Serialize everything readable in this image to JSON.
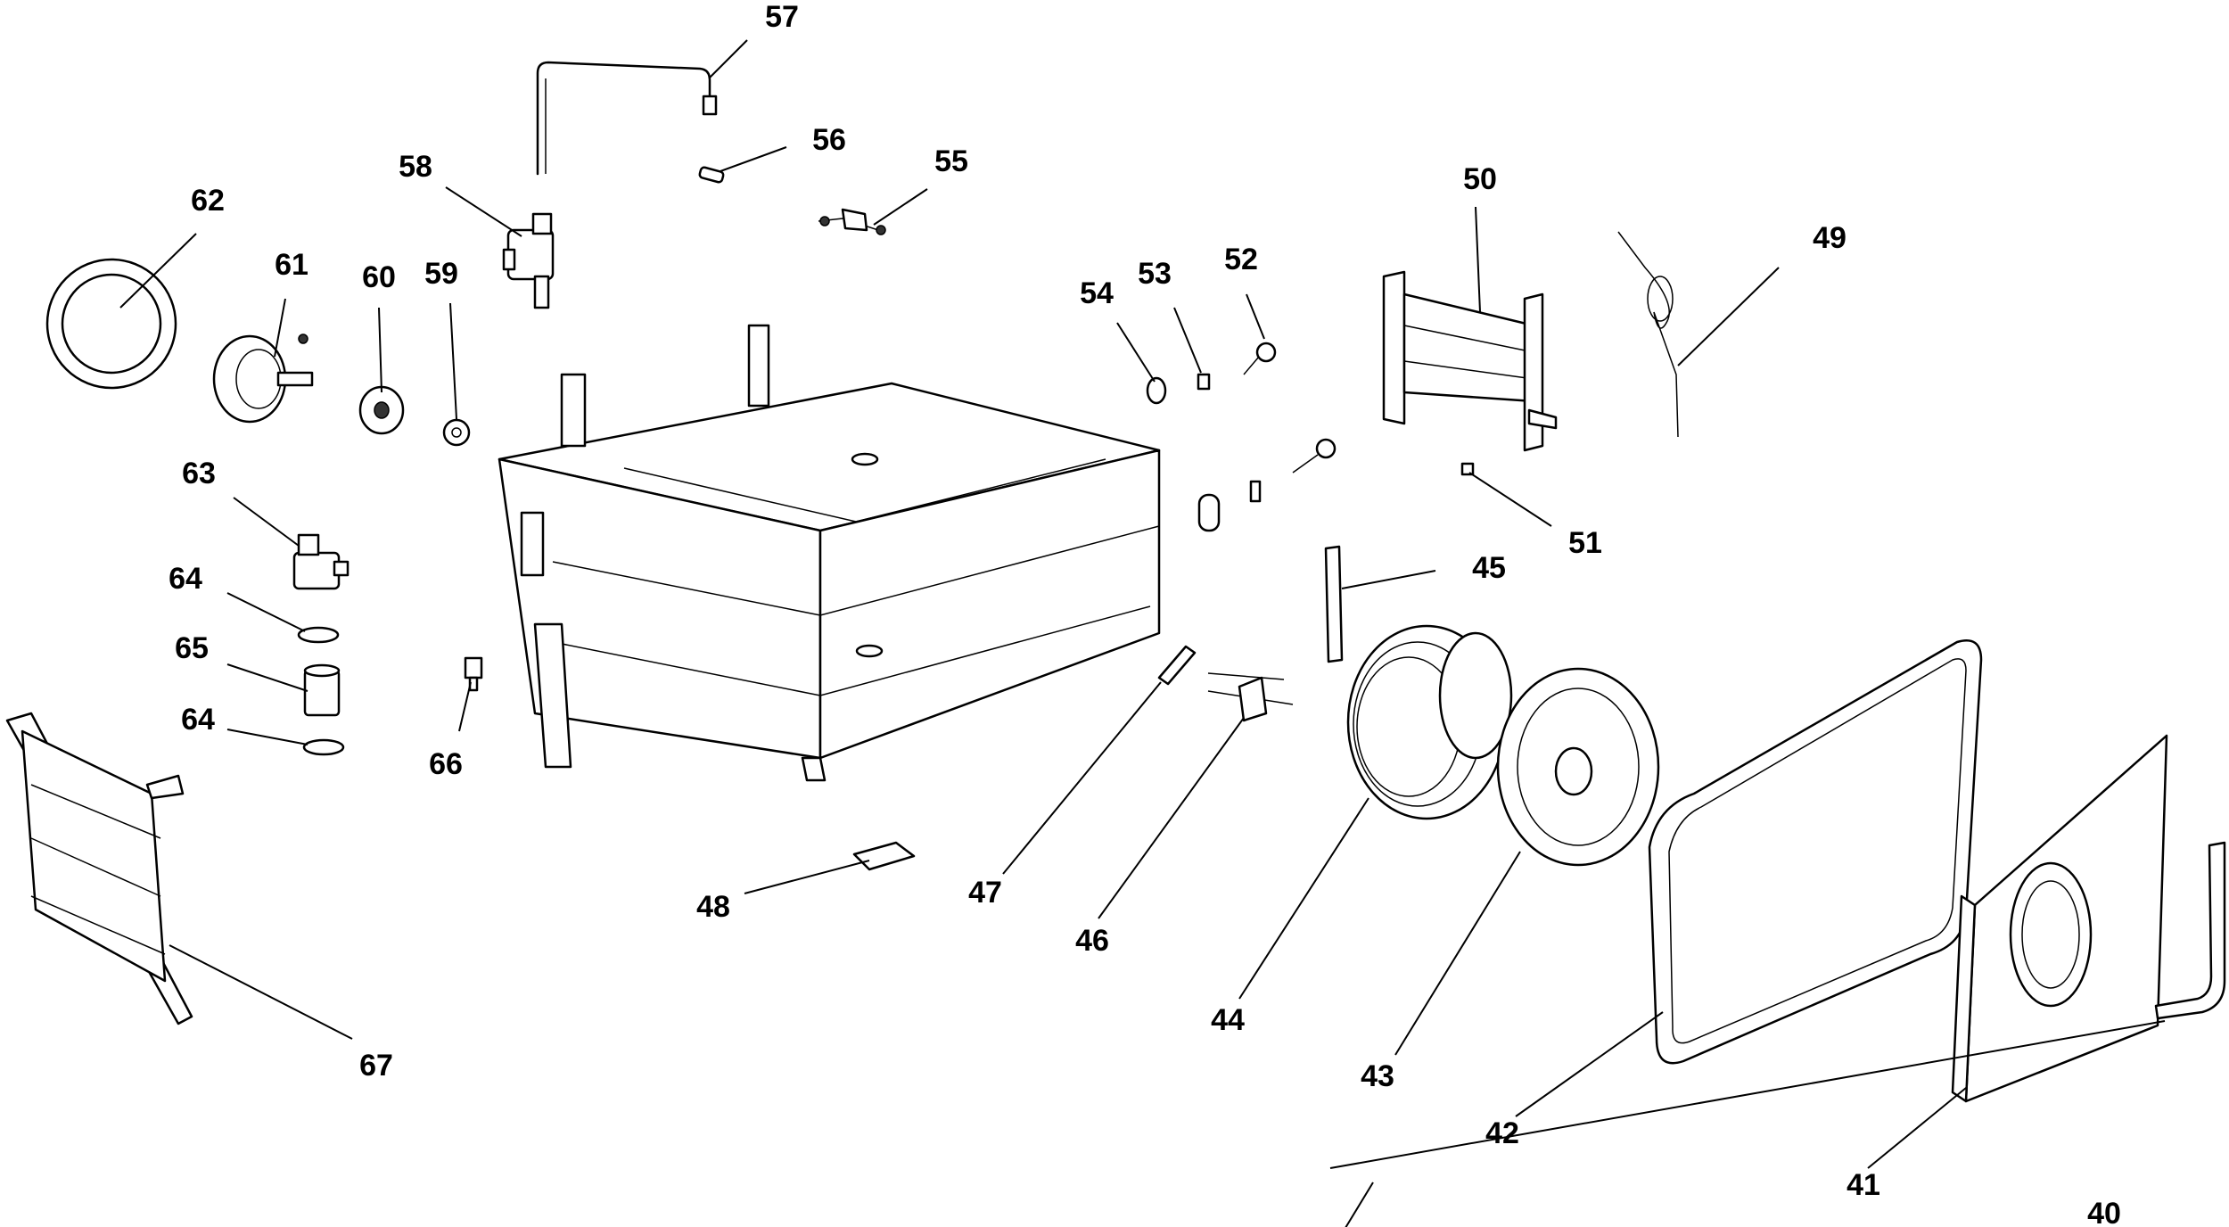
{
  "parts": [
    {
      "id": "p40",
      "label": "40"
    },
    {
      "id": "p41",
      "label": "41"
    },
    {
      "id": "p42",
      "label": "42"
    },
    {
      "id": "p43",
      "label": "43"
    },
    {
      "id": "p44",
      "label": "44"
    },
    {
      "id": "p45",
      "label": "45"
    },
    {
      "id": "p46",
      "label": "46"
    },
    {
      "id": "p47",
      "label": "47"
    },
    {
      "id": "p48",
      "label": "48"
    },
    {
      "id": "p49",
      "label": "49"
    },
    {
      "id": "p50",
      "label": "50"
    },
    {
      "id": "p51",
      "label": "51"
    },
    {
      "id": "p52",
      "label": "52"
    },
    {
      "id": "p53",
      "label": "53"
    },
    {
      "id": "p54",
      "label": "54"
    },
    {
      "id": "p55",
      "label": "55"
    },
    {
      "id": "p56",
      "label": "56"
    },
    {
      "id": "p57",
      "label": "57"
    },
    {
      "id": "p58",
      "label": "58"
    },
    {
      "id": "p59",
      "label": "59"
    },
    {
      "id": "p60",
      "label": "60"
    },
    {
      "id": "p61",
      "label": "61"
    },
    {
      "id": "p62",
      "label": "62"
    },
    {
      "id": "p63",
      "label": "63"
    },
    {
      "id": "p64a",
      "label": "64"
    },
    {
      "id": "p65",
      "label": "65"
    },
    {
      "id": "p64b",
      "label": "64"
    },
    {
      "id": "p66",
      "label": "66"
    },
    {
      "id": "p67",
      "label": "67"
    }
  ]
}
